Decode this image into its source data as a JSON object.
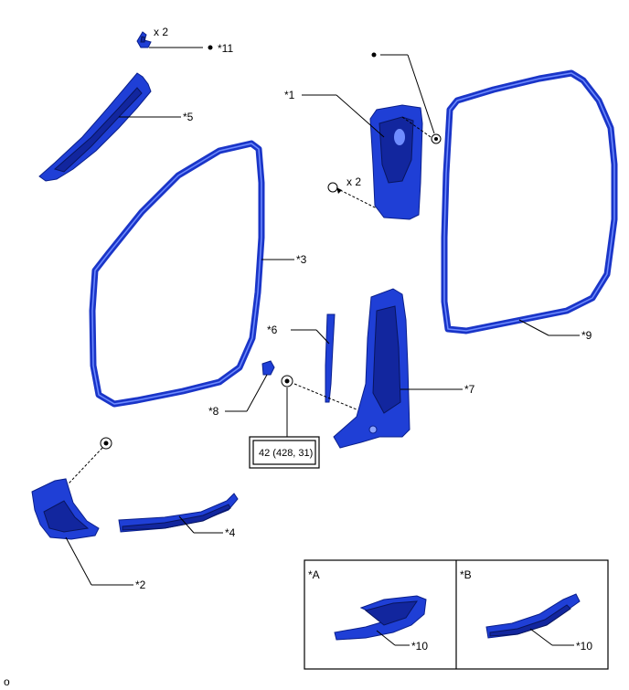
{
  "callouts": {
    "c1": "*1",
    "c2": "*2",
    "c3": "*3",
    "c4": "*4",
    "c5": "*5",
    "c6": "*6",
    "c7": "*7",
    "c8": "*8",
    "c9": "*9",
    "c11": "*11",
    "c10a": "*10",
    "c10b": "*10"
  },
  "quantities": {
    "clip_top": "x 2",
    "clip_pillar": "x 2"
  },
  "torque_spec": "42 (428, 31)",
  "insets": {
    "a_label": "*A",
    "b_label": "*B"
  },
  "corner_mark": "o"
}
